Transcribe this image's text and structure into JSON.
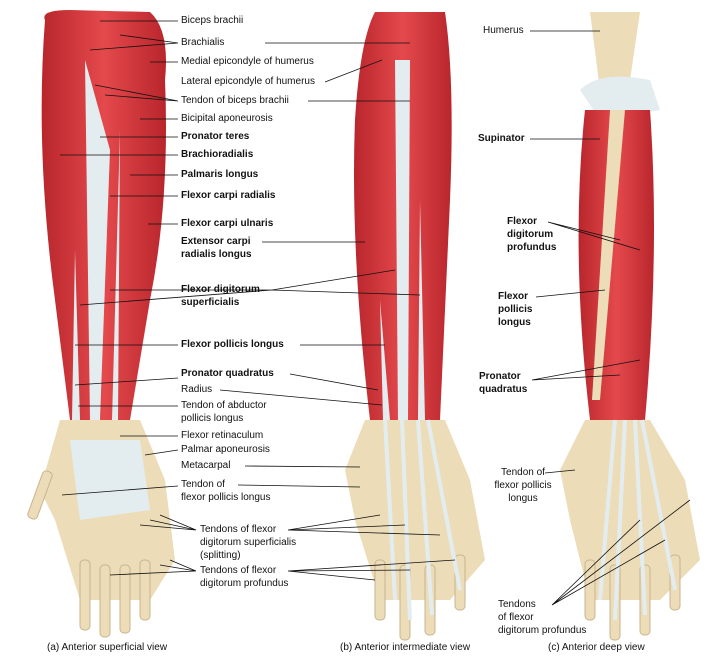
{
  "panel_a": {
    "caption": "(a) Anterior superficial view",
    "labels": {
      "biceps_brachii": "Biceps brachii",
      "brachialis": "Brachialis",
      "medial_epicondyle": "Medial epicondyle of humerus",
      "lateral_epicondyle": "Lateral epicondyle of humerus",
      "tendon_biceps": "Tendon of biceps brachii",
      "bicipital_aponeurosis": "Bicipital aponeurosis",
      "pronator_teres": "Pronator teres",
      "brachioradialis": "Brachioradialis",
      "palmaris_longus": "Palmaris longus",
      "flexor_carpi_radialis": "Flexor carpi radialis",
      "flexor_carpi_ulnaris": "Flexor carpi ulnaris",
      "extensor_carpi_radialis_longus_1": "Extensor carpi",
      "extensor_carpi_radialis_longus_2": "radialis longus",
      "flexor_digitorum_superficialis_1": "Flexor digitorum",
      "flexor_digitorum_superficialis_2": "superficialis",
      "flexor_pollicis_longus": "Flexor pollicis longus",
      "pronator_quadratus": "Pronator quadratus",
      "radius": "Radius",
      "tendon_abductor_1": "Tendon of abductor",
      "tendon_abductor_2": "pollicis longus",
      "flexor_retinaculum": "Flexor retinaculum",
      "palmar_aponeurosis": "Palmar aponeurosis",
      "metacarpal": "Metacarpal",
      "tendon_fpl_1": "Tendon of",
      "tendon_fpl_2": "flexor pollicis longus",
      "tendons_fds_1": "Tendons of flexor",
      "tendons_fds_2": "digitorum superficialis",
      "tendons_fds_3": "(splitting)",
      "tendons_fdp_1": "Tendons of flexor",
      "tendons_fdp_2": "digitorum profundus"
    }
  },
  "panel_b": {
    "caption": "(b) Anterior intermediate view"
  },
  "panel_c": {
    "caption": "(c) Anterior deep view",
    "labels": {
      "humerus": "Humerus",
      "supinator": "Supinator",
      "fdp_1": "Flexor",
      "fdp_2": "digitorum",
      "fdp_3": "profundus",
      "fpl_1": "Flexor",
      "fpl_2": "pollicis",
      "fpl_3": "longus",
      "pq_1": "Pronator",
      "pq_2": "quadratus",
      "tfpl_1": "Tendon of",
      "tfpl_2": "flexor pollicis",
      "tfpl_3": "longus",
      "tfdp_1": "Tendons",
      "tfdp_2": "of flexor",
      "tfdp_3": "digitorum profundus"
    }
  },
  "colors": {
    "muscle": "#d93a3f",
    "tendon": "#e3edf0",
    "bone": "#ecdcb8"
  }
}
